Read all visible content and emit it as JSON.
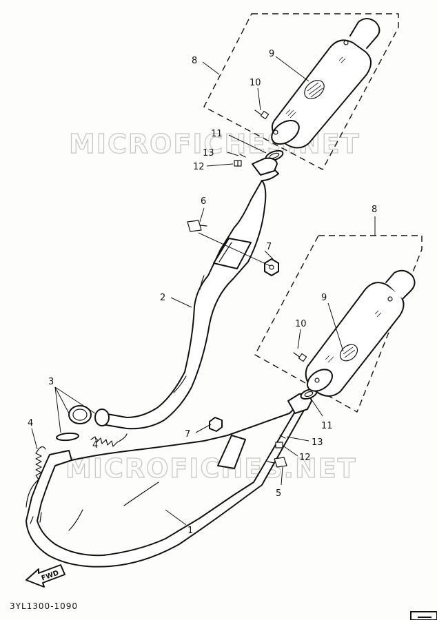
{
  "watermarks": [
    "MICROFICHES.NET",
    "MICROFICHES.NET"
  ],
  "diagram_code": "3YL1300-1090",
  "direction_label": "FWD",
  "callouts": [
    {
      "id": "upper-8",
      "label": "8"
    },
    {
      "id": "upper-9",
      "label": "9"
    },
    {
      "id": "upper-10",
      "label": "10"
    },
    {
      "id": "upper-11",
      "label": "11"
    },
    {
      "id": "upper-13",
      "label": "13"
    },
    {
      "id": "upper-12",
      "label": "12"
    },
    {
      "id": "upper-6",
      "label": "6"
    },
    {
      "id": "upper-7",
      "label": "7"
    },
    {
      "id": "label-2",
      "label": "2"
    },
    {
      "id": "lower-8",
      "label": "8"
    },
    {
      "id": "lower-9",
      "label": "9"
    },
    {
      "id": "lower-10",
      "label": "10"
    },
    {
      "id": "label-3",
      "label": "3"
    },
    {
      "id": "label-4a",
      "label": "4"
    },
    {
      "id": "label-4b",
      "label": "4"
    },
    {
      "id": "lower-7",
      "label": "7"
    },
    {
      "id": "lower-11",
      "label": "11"
    },
    {
      "id": "lower-13",
      "label": "13"
    },
    {
      "id": "lower-12",
      "label": "12"
    },
    {
      "id": "lower-5",
      "label": "5"
    },
    {
      "id": "label-1",
      "label": "1"
    }
  ]
}
